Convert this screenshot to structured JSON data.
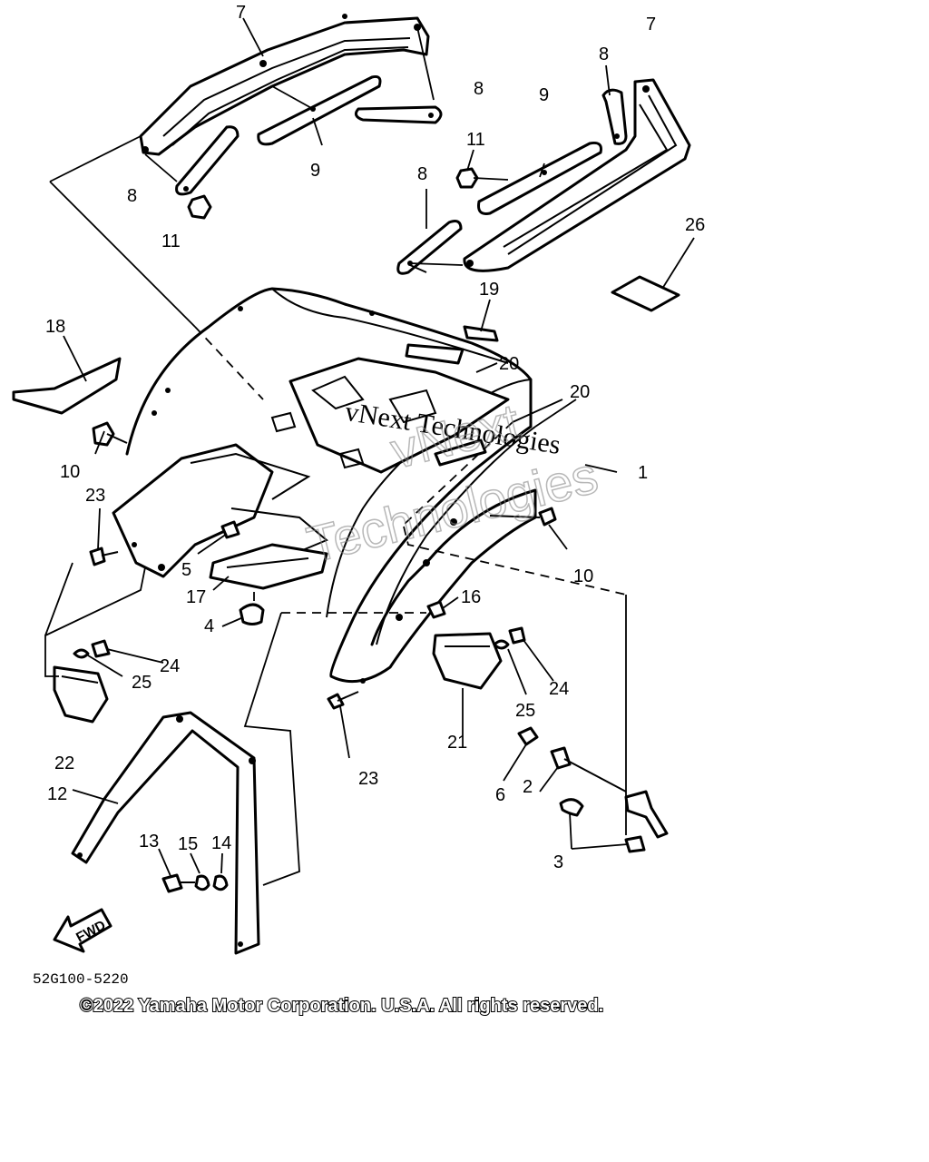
{
  "callouts": [
    {
      "id": "c7a",
      "text": "7"
    },
    {
      "id": "c7b",
      "text": "7"
    },
    {
      "id": "c8a",
      "text": "8"
    },
    {
      "id": "c8b",
      "text": "8"
    },
    {
      "id": "c8c",
      "text": "8"
    },
    {
      "id": "c8d",
      "text": "8"
    },
    {
      "id": "c9a",
      "text": "9"
    },
    {
      "id": "c9b",
      "text": "9"
    },
    {
      "id": "c11a",
      "text": "11"
    },
    {
      "id": "c11b",
      "text": "11"
    },
    {
      "id": "c26",
      "text": "26"
    },
    {
      "id": "c18",
      "text": "18"
    },
    {
      "id": "c19",
      "text": "19"
    },
    {
      "id": "c20a",
      "text": "20"
    },
    {
      "id": "c20b",
      "text": "20"
    },
    {
      "id": "c1",
      "text": "1"
    },
    {
      "id": "c10a",
      "text": "10"
    },
    {
      "id": "c10b",
      "text": "10"
    },
    {
      "id": "c23a",
      "text": "23"
    },
    {
      "id": "c23b",
      "text": "23"
    },
    {
      "id": "c5",
      "text": "5"
    },
    {
      "id": "c17",
      "text": "17"
    },
    {
      "id": "c4",
      "text": "4"
    },
    {
      "id": "c16",
      "text": "16"
    },
    {
      "id": "c24a",
      "text": "24"
    },
    {
      "id": "c24b",
      "text": "24"
    },
    {
      "id": "c25a",
      "text": "25"
    },
    {
      "id": "c25b",
      "text": "25"
    },
    {
      "id": "c22",
      "text": "22"
    },
    {
      "id": "c21",
      "text": "21"
    },
    {
      "id": "c6",
      "text": "6"
    },
    {
      "id": "c2",
      "text": "2"
    },
    {
      "id": "c3",
      "text": "3"
    },
    {
      "id": "c12",
      "text": "12"
    },
    {
      "id": "c13",
      "text": "13"
    },
    {
      "id": "c15",
      "text": "15"
    },
    {
      "id": "c14",
      "text": "14"
    }
  ],
  "fwd_label": "FWD",
  "diagram_code": "52G100-5220",
  "copyright": "©2022 Yamaha Motor Corporation. U.S.A. All rights reserved.",
  "watermark": {
    "line1": "vNext Technologies",
    "outline_top": "vNext",
    "outline_bottom": "Technologies"
  }
}
